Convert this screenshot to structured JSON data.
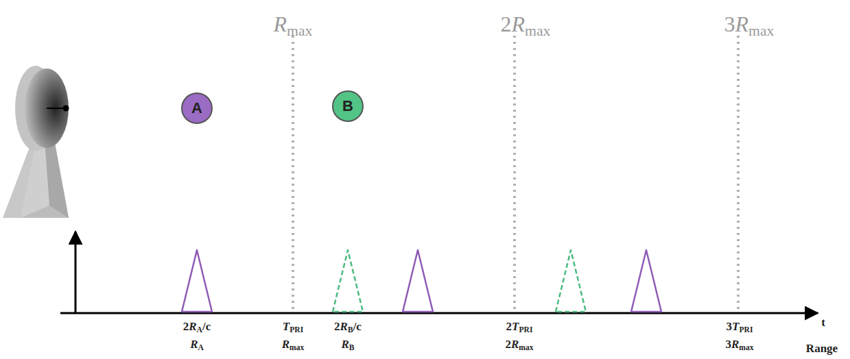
{
  "diagram": {
    "nodes": [
      {
        "text": [
          "A"
        ]
      },
      {
        "text": [
          "B"
        ]
      }
    ],
    "labels": [
      "Rmax",
      "2Rmax",
      "3Rmax",
      "2RA/c",
      "RA",
      "TPRI",
      "Rmax",
      "2RB/c",
      "RB",
      "2TPRI",
      "2Rmax",
      "3TPRI",
      "3Rmax",
      "t",
      "Range"
    ]
  }
}
